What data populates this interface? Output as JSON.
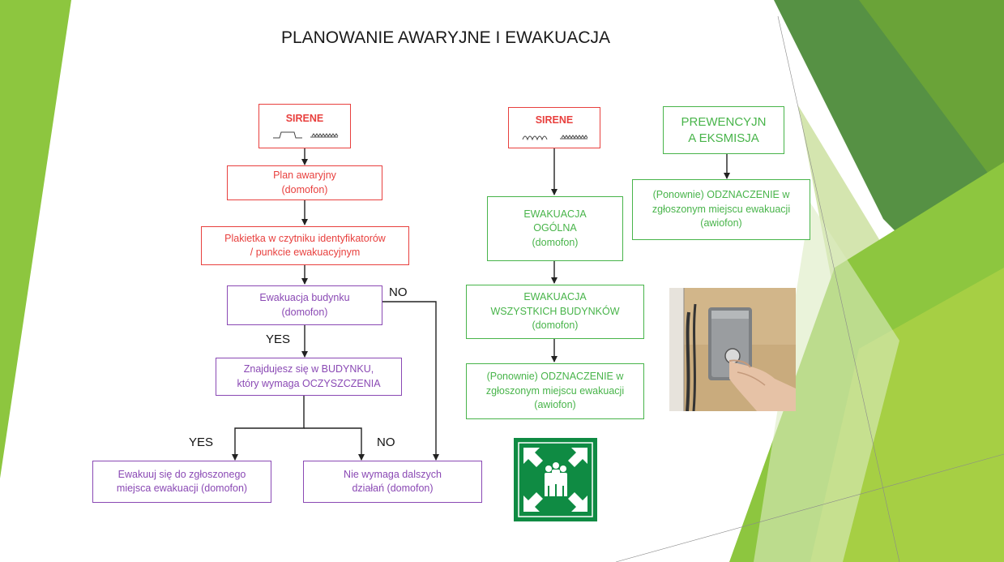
{
  "title": "PLANOWANIE  AWARYJNE  I EWAKUACJA",
  "left_flow": {
    "siren": {
      "label": "SIRENE"
    },
    "plan": {
      "line1": "Plan awaryjny",
      "line2": "(domofon)"
    },
    "badge": {
      "line1": "Plakietka w czytniku identyfikatorów",
      "line2": "/ punkcie ewakuacyjnym"
    },
    "building_evac": {
      "line1": "Ewakuacja budynku",
      "line2": "(domofon)"
    },
    "in_building": {
      "line1": "Znajdujesz się w BUDYNKU,",
      "line2": "który wymaga OCZYSZCZENIA"
    },
    "evacuate_to": {
      "line1": "Ewakuuj się do zgłoszonego",
      "line2": "miejsca ewakuacji (domofon)"
    },
    "no_action": {
      "line1": "Nie wymaga dalszych",
      "line2": "działań (domofon)"
    },
    "labels": {
      "no_top": "NO",
      "yes_mid": "YES",
      "yes_left": "YES",
      "no_bottom": "NO"
    }
  },
  "middle_flow": {
    "siren": {
      "label": "SIRENE"
    },
    "general": {
      "line1": "EWAKUACJA",
      "line2": "OGÓLNA",
      "line3": "(domofon)"
    },
    "all_buildings": {
      "line1": "EWAKUACJA",
      "line2": "WSZYSTKICH BUDYNKÓW",
      "line3": "(domofon)"
    },
    "checkin": {
      "line1": "(Ponownie) ODZNACZENIE w",
      "line2": "zgłoszonym miejscu ewakuacji",
      "line3": "(awiofon)"
    }
  },
  "right_flow": {
    "preventive": {
      "line1": "PREWENCYJN",
      "line2": "A EKSMISJA"
    },
    "checkin": {
      "line1": "(Ponownie) ODZNACZENIE w",
      "line2": "zgłoszonym miejscu ewakuacji",
      "line3": "(awiofon)"
    }
  },
  "icons": {
    "assembly_point": "assembly-point-icon",
    "photo": "badge-reader-photo"
  },
  "colors": {
    "red": "#e8403e",
    "purple": "#8a49b4",
    "green": "#48b44a",
    "accent_green": "#7cb342",
    "assembly_green": "#0f8b43"
  }
}
